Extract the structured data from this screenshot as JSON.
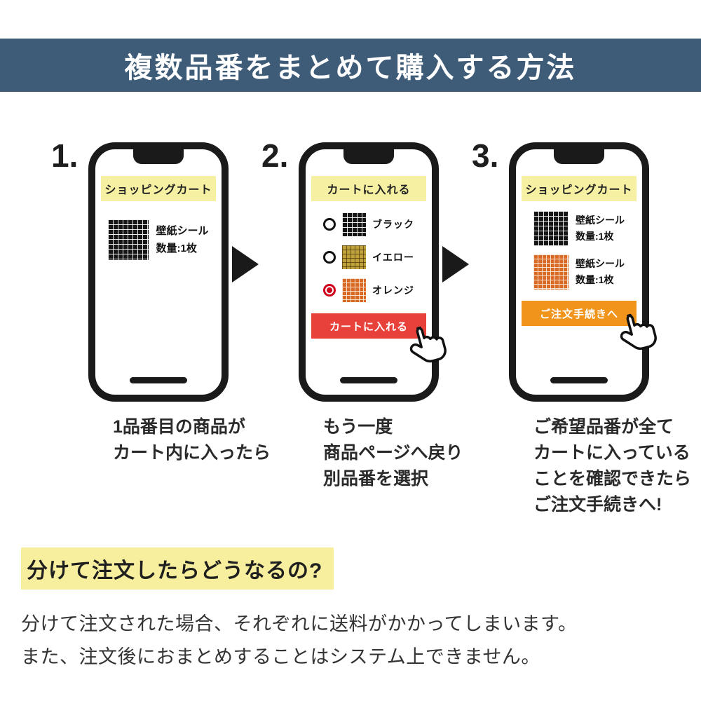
{
  "header": {
    "title": "複数品番をまとめて購入する方法"
  },
  "steps": [
    {
      "number": "1.",
      "caption": "1品番目の商品が\nカート内に入ったら",
      "phone": {
        "banner": "ショッピングカート",
        "items": [
          {
            "swatch": "black",
            "label": "壁紙シール\n数量:1枚"
          }
        ]
      }
    },
    {
      "number": "2.",
      "caption": "もう一度\n商品ページへ戻り\n別品番を選択",
      "phone": {
        "banner": "カートに入れる",
        "options": [
          {
            "swatch": "black",
            "label": "ブラック",
            "selected": false
          },
          {
            "swatch": "yellow",
            "label": "イエロー",
            "selected": false
          },
          {
            "swatch": "orange",
            "label": "オレンジ",
            "selected": true
          }
        ],
        "button": {
          "label": "カートに入れる",
          "color": "#e8413a"
        }
      }
    },
    {
      "number": "3.",
      "caption": "ご希望品番が全て\nカートに入っている\nことを確認できたら\nご注文手続きへ!",
      "phone": {
        "banner": "ショッピングカート",
        "items": [
          {
            "swatch": "black",
            "label": "壁紙シール\n数量:1枚"
          },
          {
            "swatch": "orange",
            "label": "壁紙シール\n数量:1枚"
          }
        ],
        "button": {
          "label": "ご注文手続きへ",
          "color": "#f0941c"
        }
      }
    }
  ],
  "footer": {
    "heading": "分けて注文したらどうなるの?",
    "body": "分けて注文された場合、それぞれに送料がかかってしまいます。\nまた、注文後におまとめすることはシステム上できません。"
  },
  "colors": {
    "header-bg": "#3e5c78",
    "phone-banner-bg": "#f6f0a2",
    "add-button": "#e8413a",
    "checkout-button": "#f0941c",
    "radio-selected": "#d0021b",
    "highlight": "#f7ef9e"
  }
}
